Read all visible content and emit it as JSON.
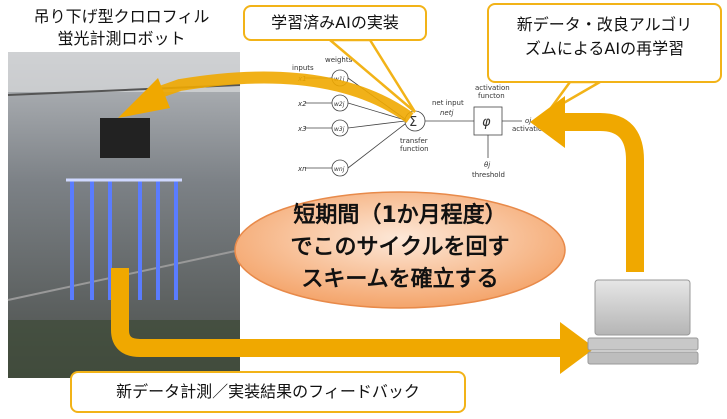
{
  "robot_title": [
    "吊り下げ型クロロフィル",
    "蛍光計測ロボット"
  ],
  "callout_ai_impl": "学習済みAIの実装",
  "callout_retrain": [
    "新データ・改良アルゴリ",
    "ズムによるAIの再学習"
  ],
  "callout_feedback": "新データ計測／実装結果のフィードバック",
  "center_message": [
    "短期間（1か月程度）",
    "でこのサイクルを回す",
    "スキームを確立する"
  ],
  "neural_net": {
    "inputs_label": "inputs",
    "weights_label": "weights",
    "inputs": [
      "x1",
      "x2",
      "x3",
      "xn"
    ],
    "weights": [
      "w1j",
      "w2j",
      "w3j",
      "wnj"
    ],
    "net_input": "net input",
    "net_symbol": "netj",
    "transfer": [
      "transfer",
      "function"
    ],
    "activation_fn": [
      "activation",
      "functon"
    ],
    "output": "oj",
    "activation": "activation",
    "threshold_symbol": "θj",
    "threshold": "threshold"
  },
  "colors": {
    "accent": "#f2b318",
    "arrow": "#f0a800",
    "ellipse": "#f6b07a"
  }
}
